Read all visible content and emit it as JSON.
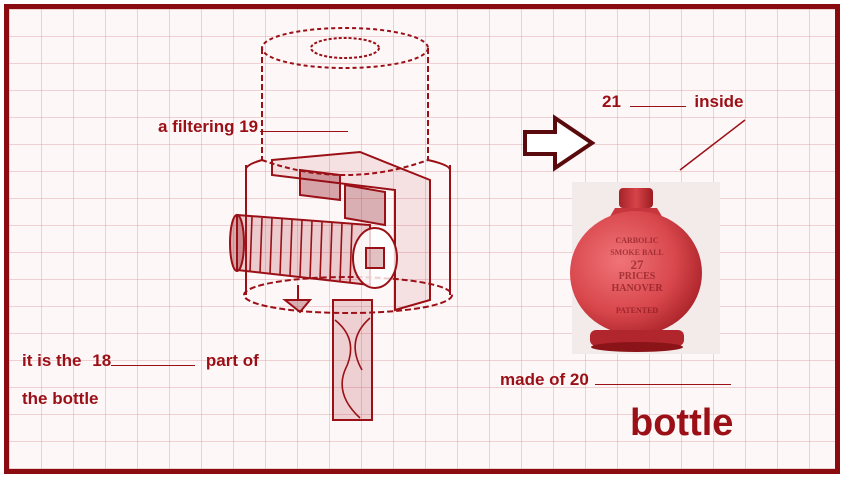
{
  "labels": {
    "filtering": "a filtering 19",
    "inside_num": "21",
    "inside_word": "inside",
    "part_prefix": "it is the",
    "part_num": "18",
    "part_suffix": "part of",
    "part_line2": "the bottle",
    "made_of": "made of 20",
    "bottle": "bottle"
  },
  "bottle_embossing": [
    "CARBOLIC SMOKE BALL",
    "27",
    "PRICES",
    "HANOVER",
    "PATENTED"
  ],
  "colors": {
    "accent": "#9a1016",
    "frame": "#8b0c10",
    "bottle": "#d8474c"
  }
}
